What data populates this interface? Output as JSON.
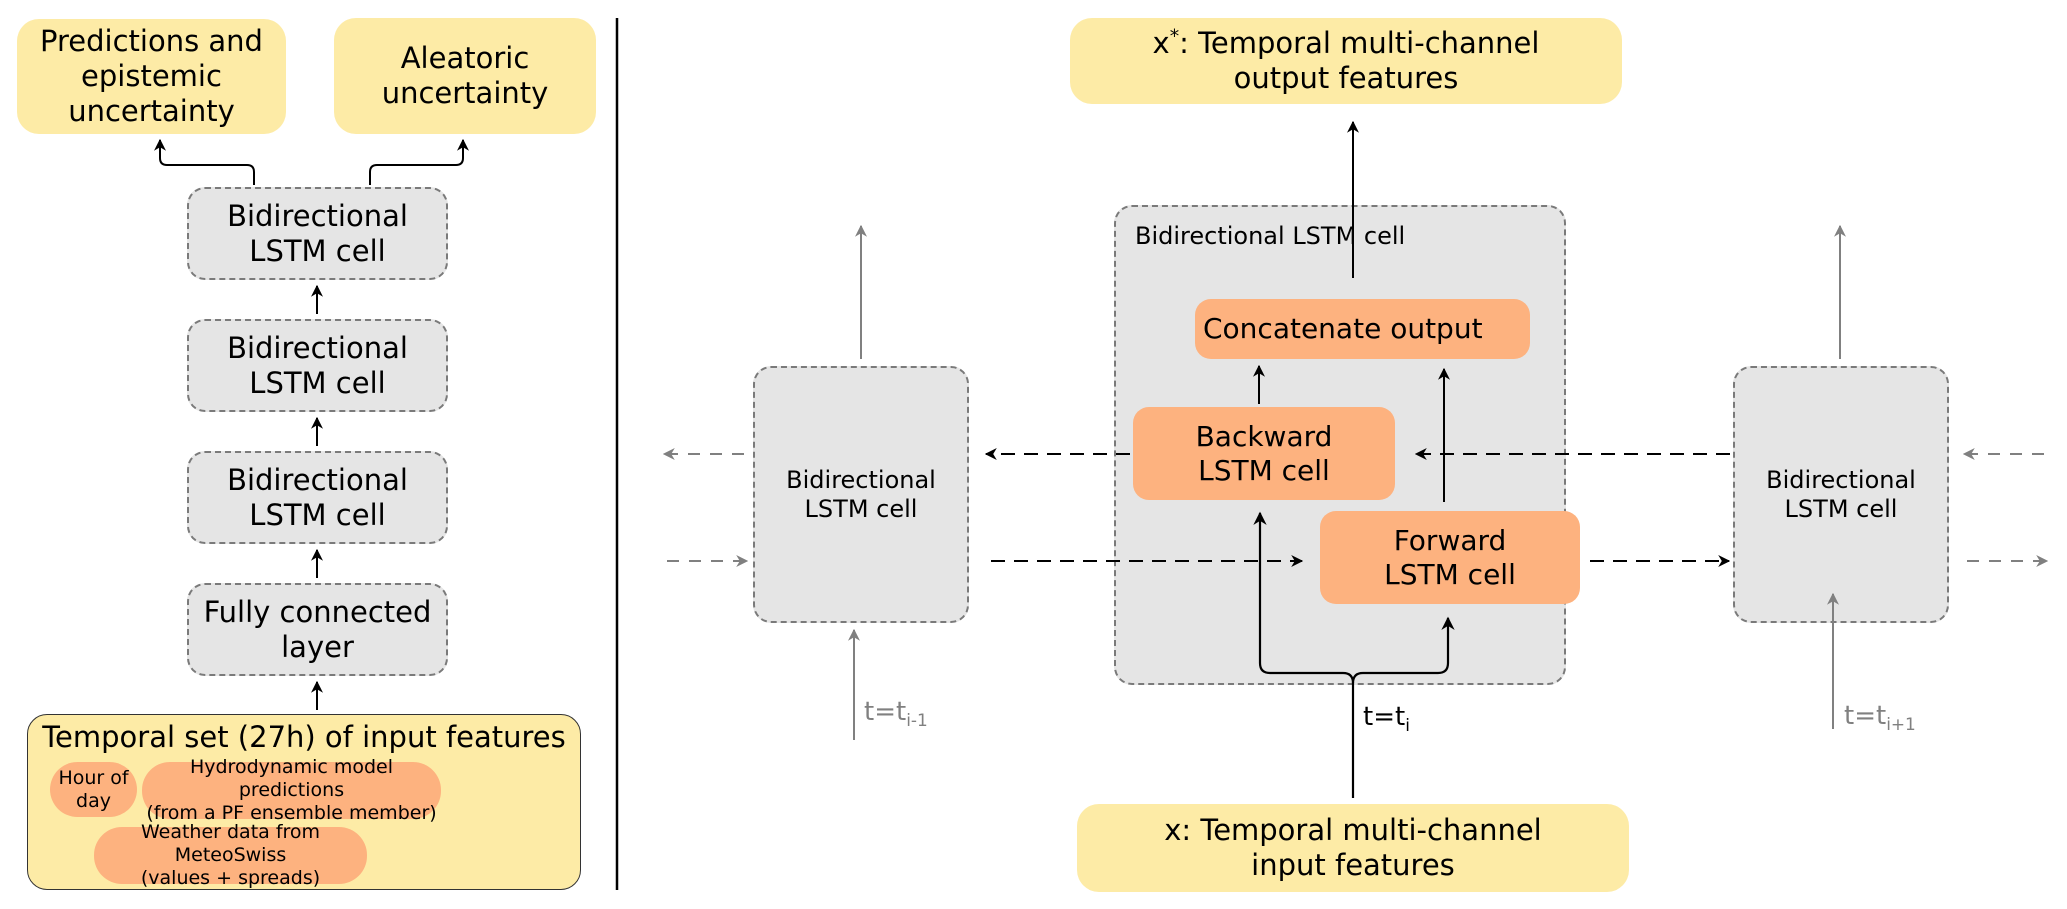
{
  "left_panel": {
    "outputs": {
      "predictions": "Predictions and\nepistemic\nuncertainty",
      "aleatoric": "Aleatoric\nuncertainty"
    },
    "layers": [
      "Bidirectional\nLSTM cell",
      "Bidirectional\nLSTM cell",
      "Bidirectional\nLSTM cell",
      "Fully connected\nlayer"
    ],
    "input_set": {
      "title": "Temporal set (27h) of input features",
      "features": [
        "Hour of\nday",
        "Hydrodynamic model predictions\n(from a PF ensemble member)",
        "Weather data from MeteoSwiss\n(values + spreads)"
      ]
    }
  },
  "right_panel": {
    "output_features": {
      "symbol": "x",
      "superscript": "*",
      "text": ": Temporal multi-channel\noutput features"
    },
    "input_features": "x: Temporal multi-channel\ninput features",
    "center_cell": {
      "title": "Bidirectional\nLSTM cell",
      "concatenate": "Concatenate output",
      "backward": "Backward\nLSTM cell",
      "forward": "Forward\nLSTM cell"
    },
    "side_cells": {
      "previous": "Bidirectional\nLSTM cell",
      "next": "Bidirectional\nLSTM cell"
    },
    "time_labels": {
      "previous": {
        "base": "t=t",
        "sub": "i-1"
      },
      "current": {
        "base": "t=t",
        "sub": "i"
      },
      "next": {
        "base": "t=t",
        "sub": "i+1"
      }
    }
  },
  "colors": {
    "yellow": "#fdeba6",
    "orange": "#fdb27f",
    "gray_box": "#e5e5e5",
    "gray_arrow": "#808080",
    "black": "#000000"
  }
}
